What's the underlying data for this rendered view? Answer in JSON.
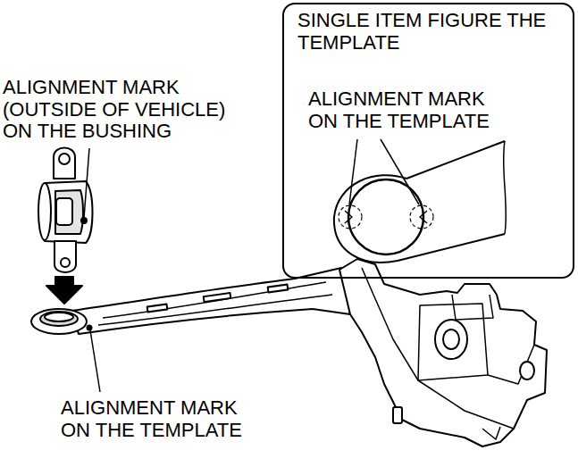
{
  "diagram": {
    "nodes": [
      {
        "text": [
          "SINGLE ITEM FIGURE THE TEMPLATE",
          "ALIGNMENT MARK ON THE TEMPLATE"
        ]
      }
    ],
    "labels": [
      "ALIGNMENT MARK (OUTSIDE OF VEHICLE) ON THE BUSHING",
      "ALIGNMENT MARK ON THE TEMPLATE"
    ]
  }
}
